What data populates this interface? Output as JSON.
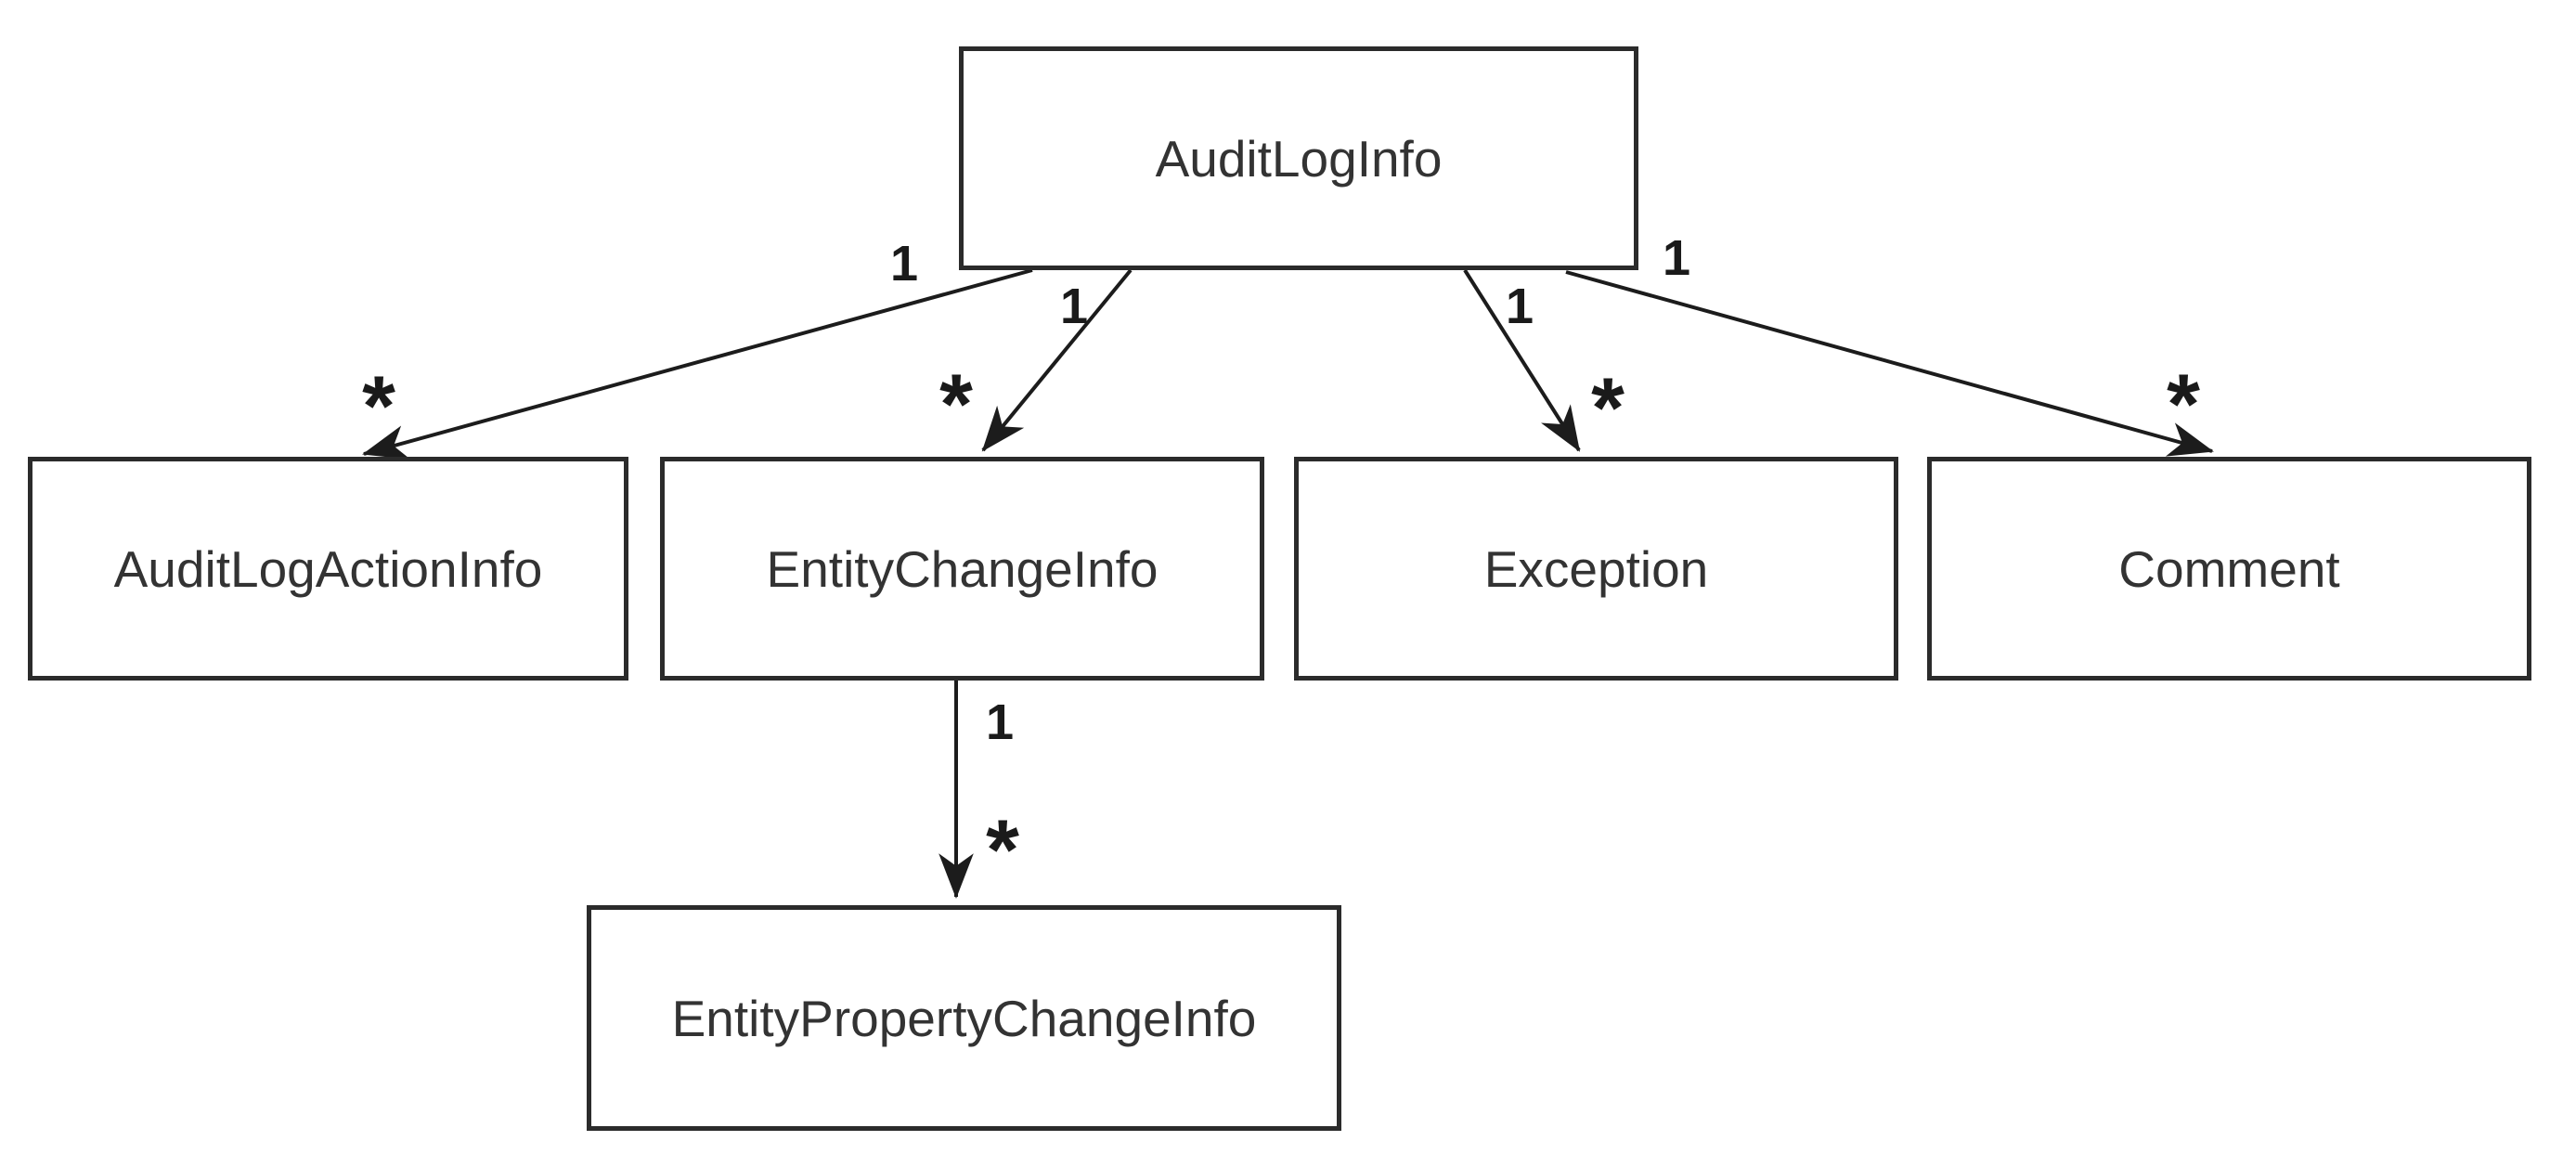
{
  "diagram": {
    "type": "class-association-diagram",
    "colors": {
      "background": "#ffffff",
      "box_fill": "#ffffff",
      "box_border": "#2b2b2b",
      "line": "#1c1c1c",
      "text": "#333333"
    },
    "nodes": [
      {
        "id": "AuditLogInfo",
        "label": "AuditLogInfo"
      },
      {
        "id": "AuditLogActionInfo",
        "label": "AuditLogActionInfo"
      },
      {
        "id": "EntityChangeInfo",
        "label": "EntityChangeInfo"
      },
      {
        "id": "Exception",
        "label": "Exception"
      },
      {
        "id": "Comment",
        "label": "Comment"
      },
      {
        "id": "EntityPropertyChangeInfo",
        "label": "EntityPropertyChangeInfo"
      }
    ],
    "edges": [
      {
        "from": "AuditLogInfo",
        "to": "AuditLogActionInfo",
        "source_label": "1",
        "target_label": "*"
      },
      {
        "from": "AuditLogInfo",
        "to": "EntityChangeInfo",
        "source_label": "1",
        "target_label": "*"
      },
      {
        "from": "AuditLogInfo",
        "to": "Exception",
        "source_label": "1",
        "target_label": "*"
      },
      {
        "from": "AuditLogInfo",
        "to": "Comment",
        "source_label": "1",
        "target_label": "*"
      },
      {
        "from": "EntityChangeInfo",
        "to": "EntityPropertyChangeInfo",
        "source_label": "1",
        "target_label": "*"
      }
    ]
  }
}
